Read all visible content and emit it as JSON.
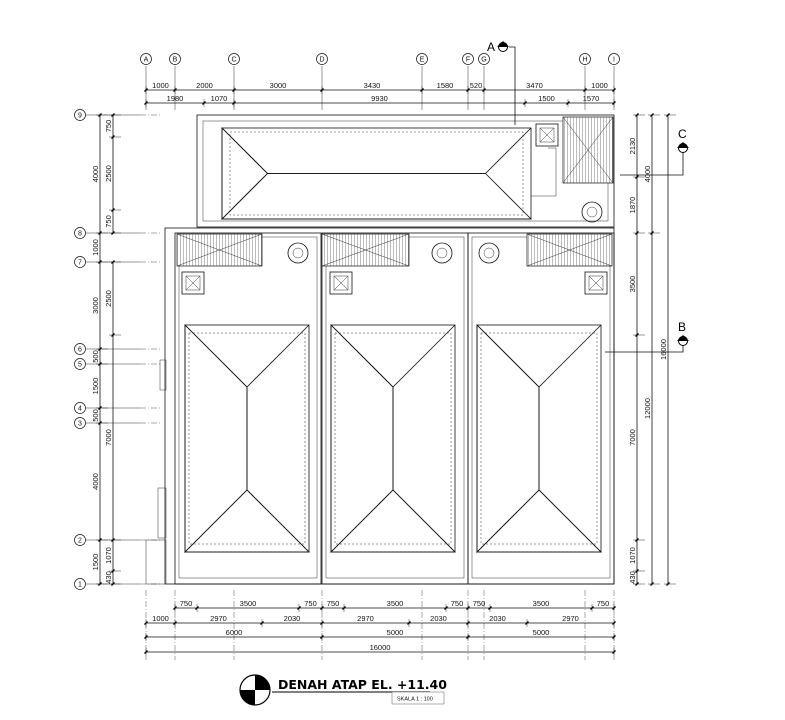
{
  "title": "DENAH ATAP EL. +11.40",
  "scale": "SKALA 1 : 100",
  "grid_columns": [
    "A",
    "B",
    "C",
    "D",
    "E",
    "F",
    "G",
    "H",
    "I"
  ],
  "grid_rows": [
    "9",
    "8",
    "7",
    "6",
    "5",
    "4",
    "3",
    "2",
    "1"
  ],
  "section_markers": [
    "A",
    "C",
    "B"
  ],
  "dims": {
    "top_row1": [
      "1000",
      "2000",
      "3000",
      "3430",
      "1580",
      "520",
      "3470",
      "1000"
    ],
    "top_row2": [
      "1980",
      "1070",
      "9930",
      "1500",
      "1570"
    ],
    "bottom_row1": [
      "750",
      "3500",
      "750",
      "750",
      "3500",
      "750",
      "750",
      "3500",
      "750"
    ],
    "bottom_row2": [
      "1000",
      "2970",
      "2030",
      "2970",
      "2030",
      "2030",
      "2970"
    ],
    "bottom_row3": [
      "6000",
      "5000",
      "5000"
    ],
    "bottom_total": "16000",
    "left_col1": [
      "4000",
      "1000",
      "3000",
      "500",
      "1500",
      "500",
      "4000",
      "1500"
    ],
    "left_col2": [
      "750",
      "2500",
      "750",
      "2500",
      "7000",
      "1070",
      "430"
    ],
    "right_col1": [
      "2130",
      "1870",
      "3500",
      "7000",
      "1070",
      "430"
    ],
    "right_col2": [
      "4000",
      "12000"
    ],
    "right_total": "16000"
  }
}
